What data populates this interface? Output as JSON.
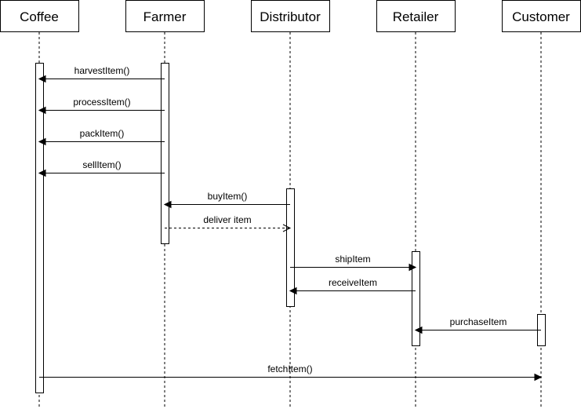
{
  "actors": [
    {
      "id": "coffee",
      "label": "Coffee"
    },
    {
      "id": "farmer",
      "label": "Farmer"
    },
    {
      "id": "distributor",
      "label": "Distributor"
    },
    {
      "id": "retailer",
      "label": "Retailer"
    },
    {
      "id": "customer",
      "label": "Customer"
    }
  ],
  "messages": [
    {
      "label": "harvestItem()",
      "from": "farmer",
      "to": "coffee",
      "style": "solid"
    },
    {
      "label": "processItem()",
      "from": "farmer",
      "to": "coffee",
      "style": "solid"
    },
    {
      "label": "packItem()",
      "from": "farmer",
      "to": "coffee",
      "style": "solid"
    },
    {
      "label": "sellItem()",
      "from": "farmer",
      "to": "coffee",
      "style": "solid"
    },
    {
      "label": "buyItem()",
      "from": "distributor",
      "to": "farmer",
      "style": "solid"
    },
    {
      "label": "deliver item",
      "from": "farmer",
      "to": "distributor",
      "style": "dashed"
    },
    {
      "label": "shipItem",
      "from": "distributor",
      "to": "retailer",
      "style": "solid"
    },
    {
      "label": "receiveItem",
      "from": "retailer",
      "to": "distributor",
      "style": "solid"
    },
    {
      "label": "purchaseItem",
      "from": "customer",
      "to": "retailer",
      "style": "solid"
    },
    {
      "label": "fetchItem()",
      "from": "coffee",
      "to": "customer",
      "style": "solid"
    }
  ]
}
